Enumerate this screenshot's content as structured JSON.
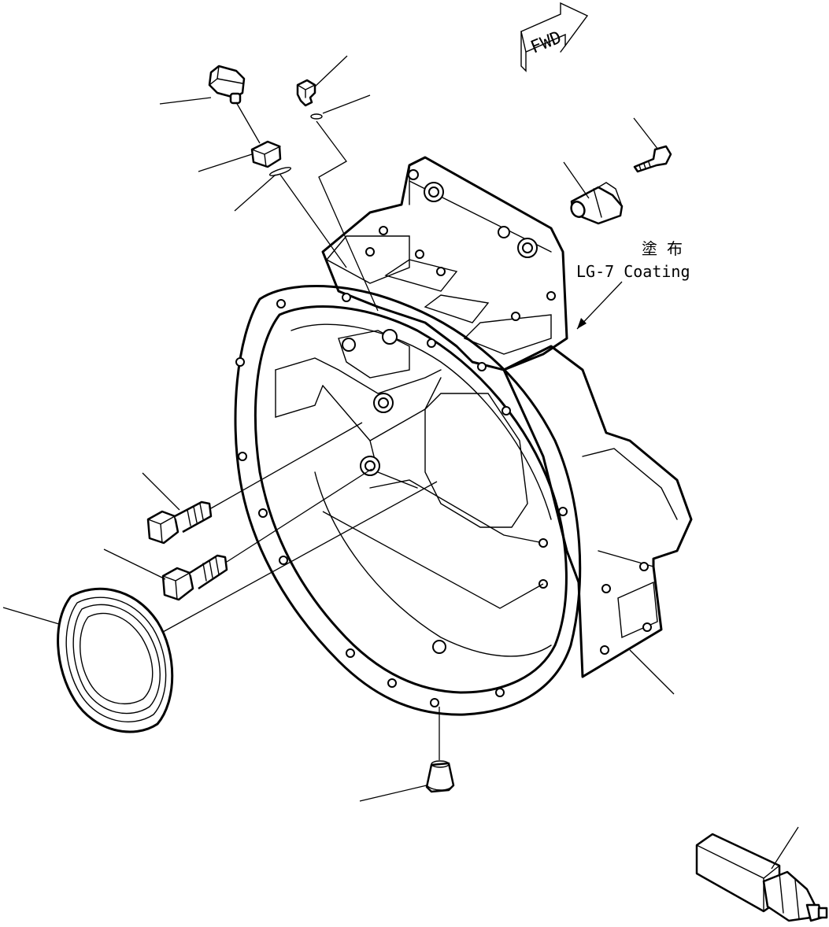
{
  "fwd_arrow": {
    "label": "FWD"
  },
  "annotation": {
    "cjk_label": "塗 布",
    "coating_label": "LG-7 Coating"
  }
}
